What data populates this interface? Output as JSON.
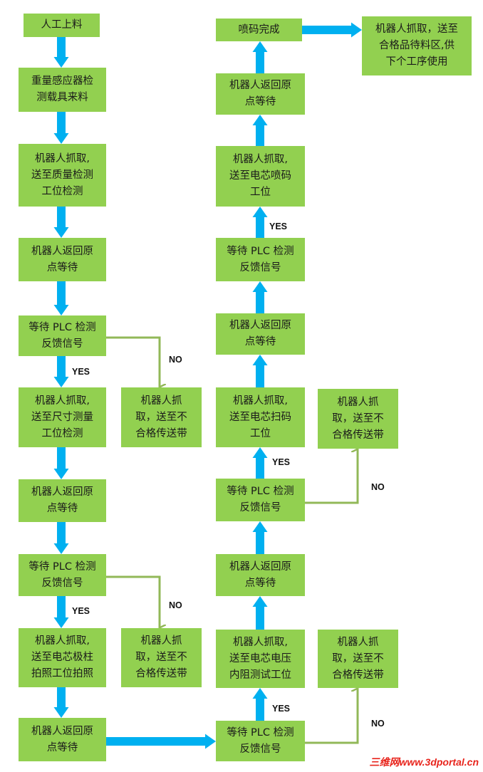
{
  "nodes": {
    "n1": [
      "人工上料"
    ],
    "n2": [
      "重量感应器检",
      "测载具来料"
    ],
    "n3": [
      "机器人抓取,",
      "送至质量检测",
      "工位检测"
    ],
    "n4": [
      "机器人返回原",
      "点等待"
    ],
    "n5": [
      "等待 PLC 检测",
      "反馈信号"
    ],
    "n6": [
      "机器人抓取,",
      "送至尺寸测量",
      "工位检测"
    ],
    "n7": [
      "机器人返回原",
      "点等待"
    ],
    "n8": [
      "等待 PLC 检测",
      "反馈信号"
    ],
    "n9": [
      "机器人抓取,",
      "送至电芯极柱",
      "拍照工位拍照"
    ],
    "n10": [
      "机器人返回原",
      "点等待"
    ],
    "r1": [
      "机器人抓",
      "取，送至不",
      "合格传送带"
    ],
    "r2": [
      "机器人抓",
      "取，送至不",
      "合格传送带"
    ],
    "m1": [
      "等待 PLC 检测",
      "反馈信号"
    ],
    "m2": [
      "机器人抓取,",
      "送至电芯电压",
      "内阻测试工位"
    ],
    "m3": [
      "机器人返回原",
      "点等待"
    ],
    "m4": [
      "等待 PLC 检测",
      "反馈信号"
    ],
    "m5": [
      "机器人抓取,",
      "送至电芯扫码",
      "工位"
    ],
    "m6": [
      "机器人返回原",
      "点等待"
    ],
    "m7": [
      "等待 PLC 检测",
      "反馈信号"
    ],
    "m8": [
      "机器人抓取,",
      "送至电芯喷码",
      "工位"
    ],
    "m9": [
      "机器人返回原",
      "点等待"
    ],
    "m10": [
      "喷码完成"
    ],
    "f1": [
      "机器人抓取，送至",
      "合格品待料区,供",
      "下个工序使用"
    ],
    "r3": [
      "机器人抓",
      "取，送至不",
      "合格传送带"
    ],
    "r4": [
      "机器人抓",
      "取，送至不",
      "合格传送带"
    ]
  },
  "labels": {
    "yes": "YES",
    "no": "NO"
  },
  "watermark": "三维网www.3dportal.cn",
  "colors": {
    "box": "#92d050",
    "flow_arrow": "#00b0f0",
    "reject_arrow": "#92b858"
  }
}
